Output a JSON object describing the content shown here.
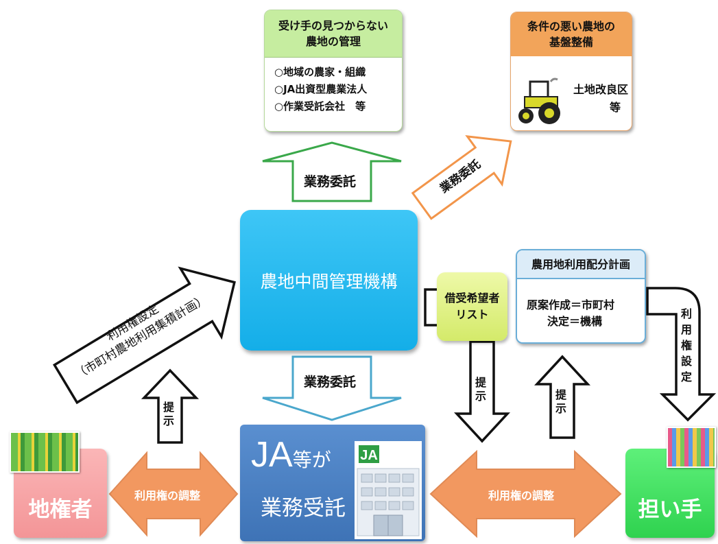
{
  "diagram": {
    "center_org": "農地中間管理機構",
    "green_box": {
      "title_line1": "受け手の見つからない",
      "title_line2": "農地の管理",
      "items": [
        "○地域の農家・組織",
        "○JA出資型農業法人",
        "○作業受託会社　等"
      ]
    },
    "orange_box": {
      "title_line1": "条件の悪い農地の",
      "title_line2": "基盤整備",
      "body_line1": "土地改良区",
      "body_line2": "等"
    },
    "plan_box": {
      "title": "農用地利用配分計画",
      "line1": "原案作成＝市町村",
      "line2": "決定＝機構"
    },
    "applicants_box": {
      "line1": "借受希望者",
      "line2": "リスト"
    },
    "ja_box": {
      "line1_big": "JA",
      "line1_small": "等が",
      "line2": "業務受託",
      "logo_text": "JA"
    },
    "landowner": "地権者",
    "farmer": "担い手",
    "arrows": {
      "up_green": "業務委託",
      "diag_orange": "業務委託",
      "down_blue": "業務委託",
      "left_diag_line1": "利用権設定",
      "left_diag_line2": "（市町村農地利用集積計画）",
      "present_left": "提示",
      "present_mid": "提示",
      "present_right": "提示",
      "right_vertical": "利用権設定",
      "adjust_left": "利用権の調整",
      "adjust_right": "利用権の調整"
    },
    "colors": {
      "green_header": "#c6eda0",
      "orange_header": "#f2a45a",
      "center_blue": "#1db6ee",
      "plan_border": "#6aaed8",
      "applicants": "#dcef7e",
      "ja_box": "#4a7fc0",
      "landowner": "#f7a3a5",
      "farmer": "#3ee05f",
      "adjust_arrow": "#f29860"
    }
  }
}
